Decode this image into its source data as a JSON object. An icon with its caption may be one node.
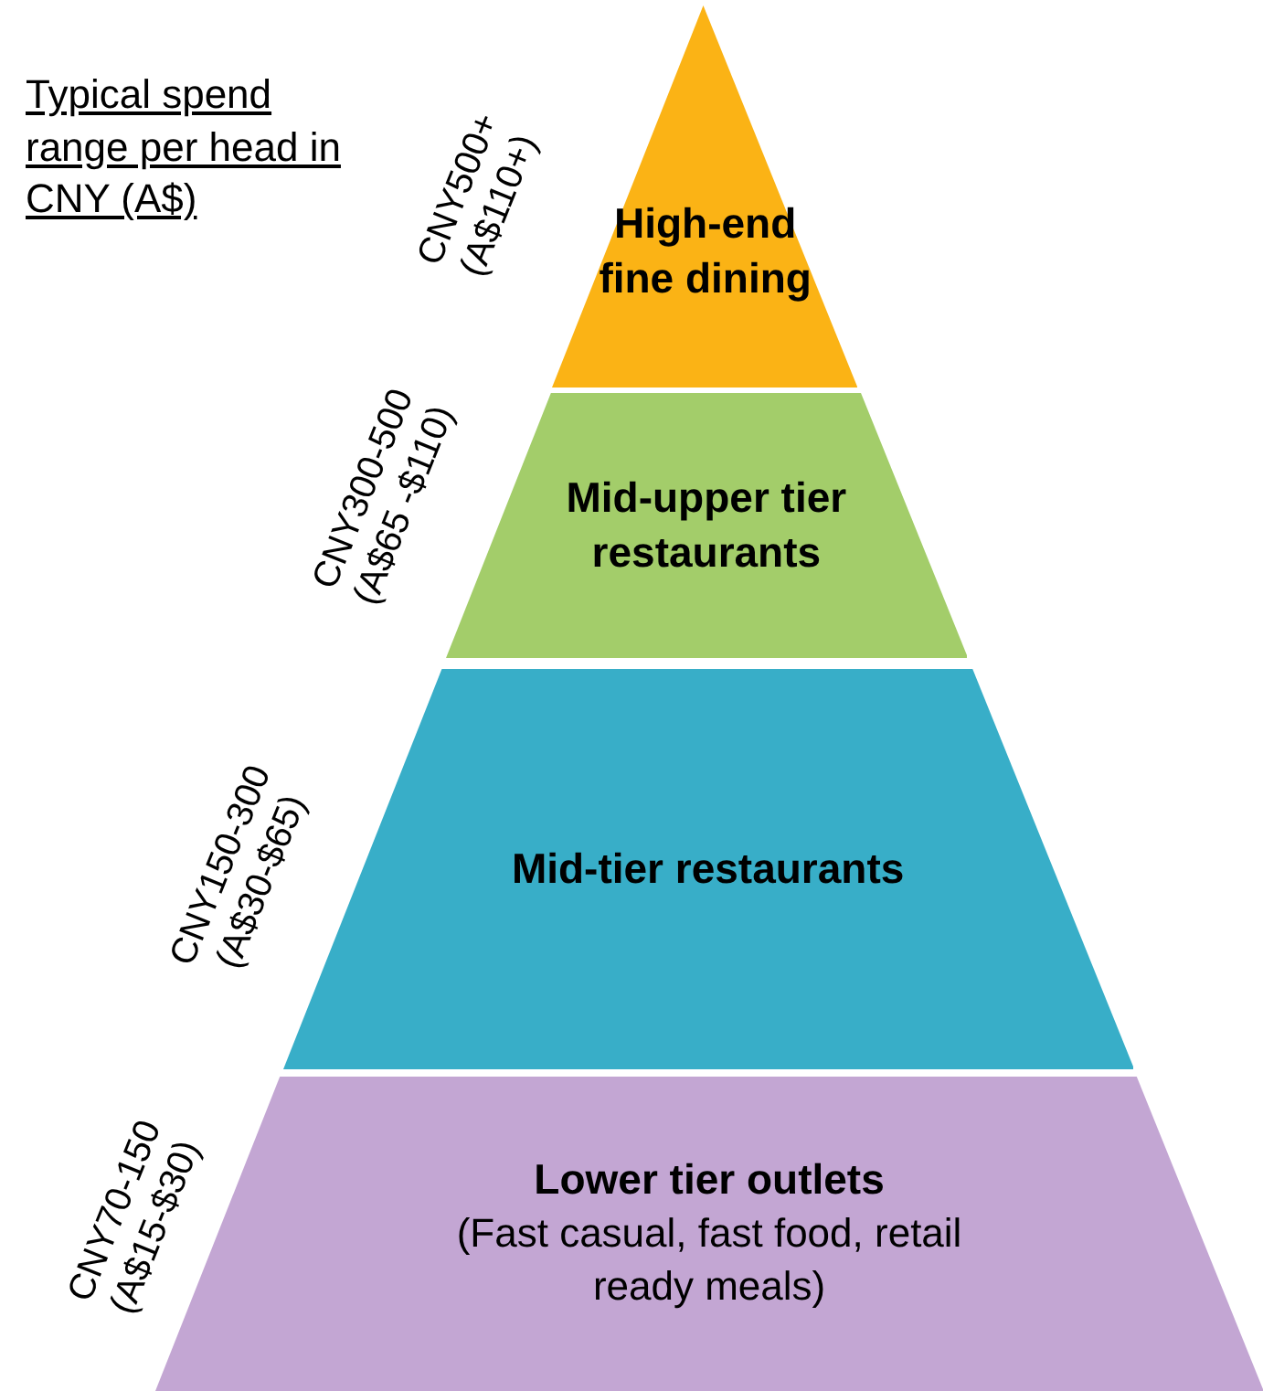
{
  "diagram": {
    "nodes": [
      {
        "text": [
          "High-end fine dining"
        ],
        "beside": [
          "CNY500+ (A$110+)"
        ]
      },
      {
        "text": [
          "Mid-upper tier restaurants"
        ],
        "beside": [
          "CNY300-500 (A$65 -$110)"
        ]
      },
      {
        "text": [
          "Mid-tier restaurants"
        ],
        "beside": [
          "CNY150-300 (A$30-$65)"
        ]
      },
      {
        "text": [
          "Lower tier outlets",
          "(Fast casual, fast food, retail ready meals)"
        ],
        "beside": [
          "CNY70-150 (A$15-$30)"
        ]
      }
    ],
    "labels": [
      "Typical spend range per head in CNY (A$)"
    ]
  }
}
